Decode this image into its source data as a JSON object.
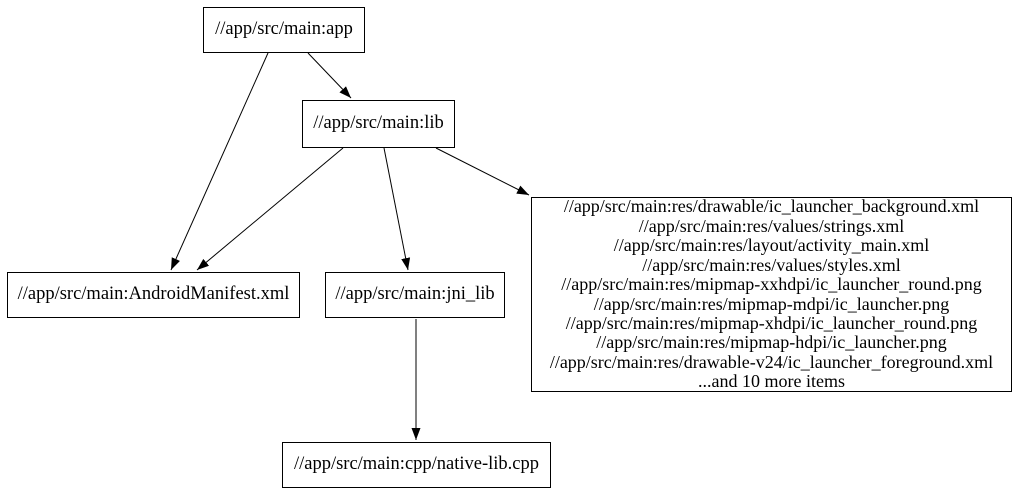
{
  "diagram": {
    "type": "dependency-graph",
    "colors": {
      "background": "#ffffff",
      "node_border": "#000000",
      "edge": "#000000",
      "text": "#000000"
    },
    "nodes": {
      "app": {
        "label": "//app/src/main:app"
      },
      "lib": {
        "label": "//app/src/main:lib"
      },
      "manifest": {
        "label": "//app/src/main:AndroidManifest.xml"
      },
      "jni_lib": {
        "label": "//app/src/main:jni_lib"
      },
      "native_lib": {
        "label": "//app/src/main:cpp/native-lib.cpp"
      },
      "resources": {
        "lines": [
          "//app/src/main:res/drawable/ic_launcher_background.xml",
          "//app/src/main:res/values/strings.xml",
          "//app/src/main:res/layout/activity_main.xml",
          "//app/src/main:res/values/styles.xml",
          "//app/src/main:res/mipmap-xxhdpi/ic_launcher_round.png",
          "//app/src/main:res/mipmap-mdpi/ic_launcher.png",
          "//app/src/main:res/mipmap-xhdpi/ic_launcher_round.png",
          "//app/src/main:res/mipmap-hdpi/ic_launcher.png",
          "//app/src/main:res/drawable-v24/ic_launcher_foreground.xml",
          "...and 10 more items"
        ]
      }
    },
    "edges": [
      {
        "from": "//app/src/main:app",
        "to": "//app/src/main:lib"
      },
      {
        "from": "//app/src/main:app",
        "to": "//app/src/main:AndroidManifest.xml"
      },
      {
        "from": "//app/src/main:lib",
        "to": "//app/src/main:AndroidManifest.xml"
      },
      {
        "from": "//app/src/main:lib",
        "to": "//app/src/main:jni_lib"
      },
      {
        "from": "//app/src/main:lib",
        "to": "resources-group"
      },
      {
        "from": "//app/src/main:jni_lib",
        "to": "//app/src/main:cpp/native-lib.cpp"
      }
    ]
  }
}
